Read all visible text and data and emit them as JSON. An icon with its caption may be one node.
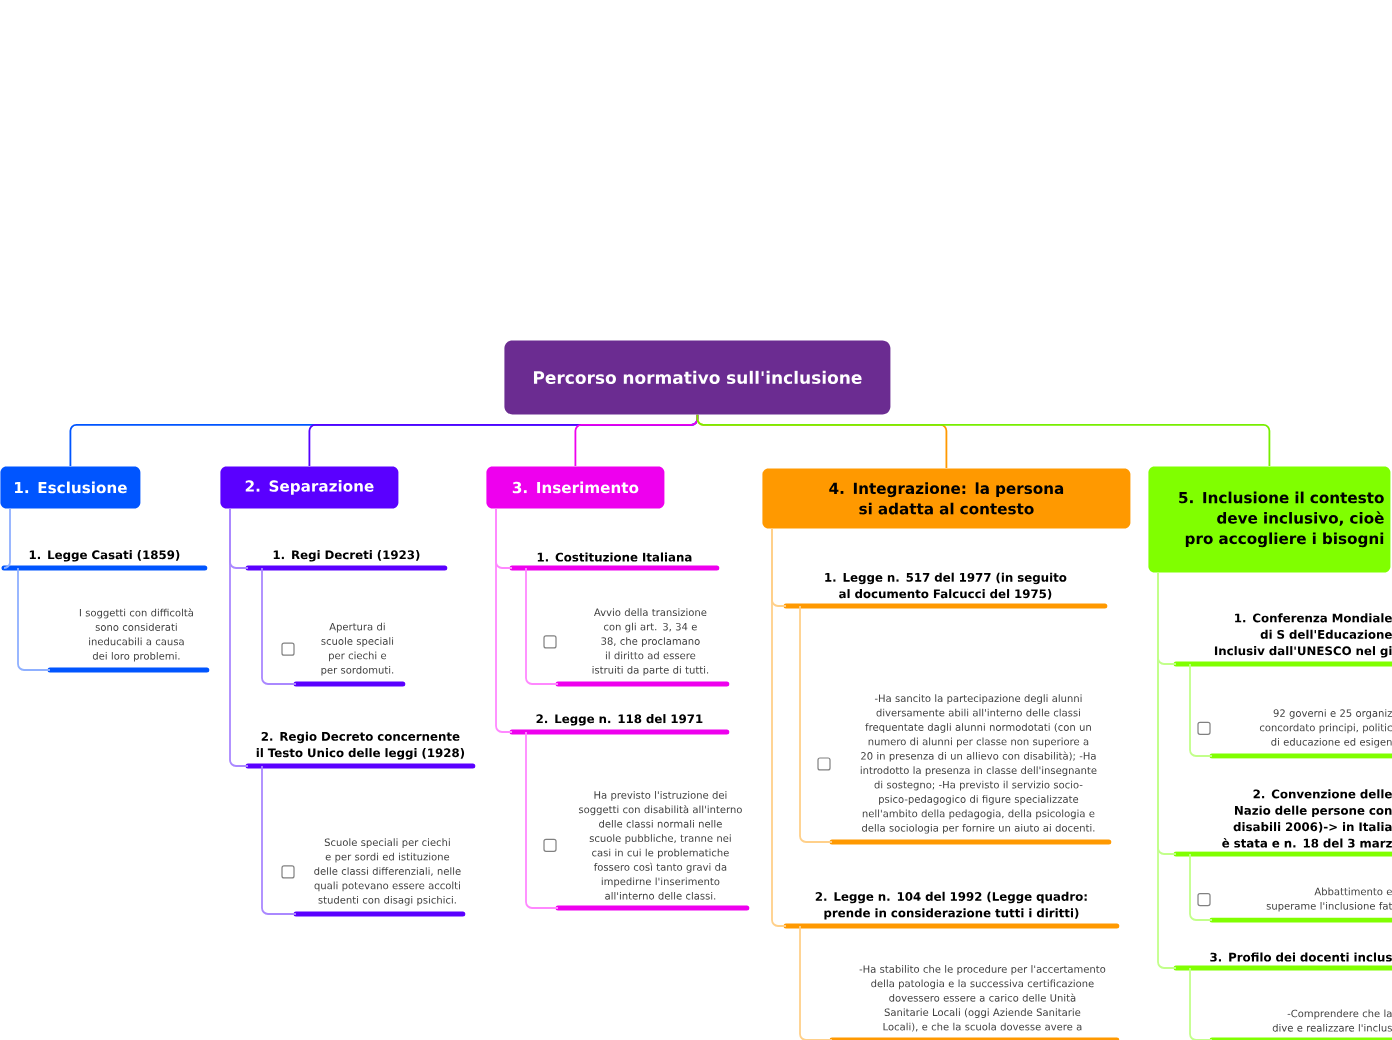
{
  "diagram": {
    "nodes": [
      {
        "text": [
          "Percorso normativo sull'inclusione"
        ]
      },
      {
        "text": [
          "1. Esclusione"
        ]
      },
      {
        "text": [
          "1. Legge Casati (1859)"
        ]
      },
      {
        "text": [
          "I soggetti con difficoltà sono considerati ineducabili a causa dei loro problemi."
        ]
      },
      {
        "text": [
          "2. Separazione"
        ]
      },
      {
        "text": [
          "1. Regi Decreti (1923)"
        ]
      },
      {
        "text": [
          "Apertura di scuole speciali per ciechi e per sordomuti."
        ]
      },
      {
        "text": [
          "2. Regio Decreto concernente il Testo Unico delle leggi (1928)"
        ]
      },
      {
        "text": [
          "Scuole speciali per ciechi e per sordi ed istituzione delle classi differenziali, nelle quali potevano essere accolti studenti con disagi psichici."
        ]
      },
      {
        "text": [
          "3. Inserimento"
        ]
      },
      {
        "text": [
          "1. Costituzione Italiana"
        ]
      },
      {
        "text": [
          "Avvio della transizione con gli art. 3, 34 e 38, che proclamano il diritto ad essere istruiti da parte di tutti."
        ]
      },
      {
        "text": [
          "2. Legge n. 118 del 1971"
        ]
      },
      {
        "text": [
          "Ha previsto l'istruzione dei soggetti con disabilità all'interno delle classi normali nelle scuole pubbliche, tranne nei casi in cui le problematiche fossero così tanto gravi da impedirne l'inserimento all'interno delle classi."
        ]
      },
      {
        "text": [
          "4. Integrazione: la persona si adatta al contesto"
        ]
      },
      {
        "text": [
          "1. Legge n. 517 del 1977 (in seguito al documento Falcucci del 1975)"
        ]
      },
      {
        "text": [
          "-Ha sancito la partecipazione degli alunni diversamente abili all'interno delle classi frequentate dagli alunni normodotati (con un numero di alunni per classe non superiore a 20 in presenza di un allievo con disabilità); -Ha introdotto la presenza in classe dell'insegnante di sostegno; -Ha previsto il servizio socio-psico-pedagogico di figure specializzate nell'ambito della pedagogia, della psicologia e della sociologia per fornire un aiuto ai docenti."
        ]
      },
      {
        "text": [
          "2. Legge n. 104 del 1992 (Legge quadro: prende in considerazione tutti i diritti)"
        ]
      },
      {
        "text": [
          "-Ha stabilito che le procedure per l'accertamento della patologia e la successiva certificazione dovessero essere a carico delle Unità Sanitarie Locali (oggi Aziende Sanitarie Locali), e che la scuola dovesse avere a"
        ]
      },
      {
        "text": [
          "5. Inclusione il contesto deve inclusivo, cioè pro accogliere i bisogni"
        ]
      },
      {
        "text": [
          "1. Conferenza Mondiale di S dell'Educazione Inclusiv dall'UNESCO nel gi"
        ]
      },
      {
        "text": [
          "92 governi e 25 organiz concordato principi, politic di educazione ed esigen"
        ]
      },
      {
        "text": [
          "2. Convenzione delle Nazio delle persone con disabili 2006)-> in Italia è stata e n. 18 del 3 marz"
        ]
      },
      {
        "text": [
          "Abbattimento e superame l'inclusione fat"
        ]
      },
      {
        "text": [
          "3. Profilo dei docenti inclus"
        ]
      },
      {
        "text": [
          "-Comprendere che la dive e realizzare l'inclus"
        ]
      }
    ],
    "edges": [
      {
        "from": 0,
        "to": 1,
        "arrow": "none",
        "color": "#0055ff"
      },
      {
        "from": 1,
        "to": 2,
        "arrow": "none",
        "color": "#8fb0ff"
      },
      {
        "from": 2,
        "to": 3,
        "arrow": "none",
        "color": "#8fb0ff"
      },
      {
        "from": 0,
        "to": 4,
        "arrow": "none",
        "color": "#5500ff"
      },
      {
        "from": 4,
        "to": 5,
        "arrow": "none",
        "color": "#aa88ff"
      },
      {
        "from": 5,
        "to": 6,
        "arrow": "none",
        "color": "#aa88ff"
      },
      {
        "from": 4,
        "to": 7,
        "arrow": "none",
        "color": "#aa88ff"
      },
      {
        "from": 7,
        "to": 8,
        "arrow": "none",
        "color": "#aa88ff"
      },
      {
        "from": 0,
        "to": 9,
        "arrow": "none",
        "color": "#ee00ee"
      },
      {
        "from": 9,
        "to": 10,
        "arrow": "none",
        "color": "#ff88ff"
      },
      {
        "from": 10,
        "to": 11,
        "arrow": "none",
        "color": "#ff88ff"
      },
      {
        "from": 9,
        "to": 12,
        "arrow": "none",
        "color": "#ff88ff"
      },
      {
        "from": 12,
        "to": 13,
        "arrow": "none",
        "color": "#ff88ff"
      },
      {
        "from": 0,
        "to": 14,
        "arrow": "none",
        "color": "#ff9900"
      },
      {
        "from": 14,
        "to": 15,
        "arrow": "none",
        "color": "#ffd08a"
      },
      {
        "from": 15,
        "to": 16,
        "arrow": "none",
        "color": "#ffd08a"
      },
      {
        "from": 14,
        "to": 17,
        "arrow": "none",
        "color": "#ffd08a"
      },
      {
        "from": 17,
        "to": 18,
        "arrow": "none",
        "color": "#ffd08a"
      },
      {
        "from": 0,
        "to": 19,
        "arrow": "none",
        "color": "#77ee00"
      },
      {
        "from": 19,
        "to": 20,
        "arrow": "none",
        "color": "#c2ff8a"
      },
      {
        "from": 20,
        "to": 21,
        "arrow": "none",
        "color": "#c2ff8a"
      },
      {
        "from": 19,
        "to": 22,
        "arrow": "none",
        "color": "#c2ff8a"
      },
      {
        "from": 22,
        "to": 23,
        "arrow": "none",
        "color": "#c2ff8a"
      },
      {
        "from": 19,
        "to": 24,
        "arrow": "none",
        "color": "#c2ff8a"
      },
      {
        "from": 24,
        "to": 25,
        "arrow": "none",
        "color": "#c2ff8a"
      }
    ]
  }
}
